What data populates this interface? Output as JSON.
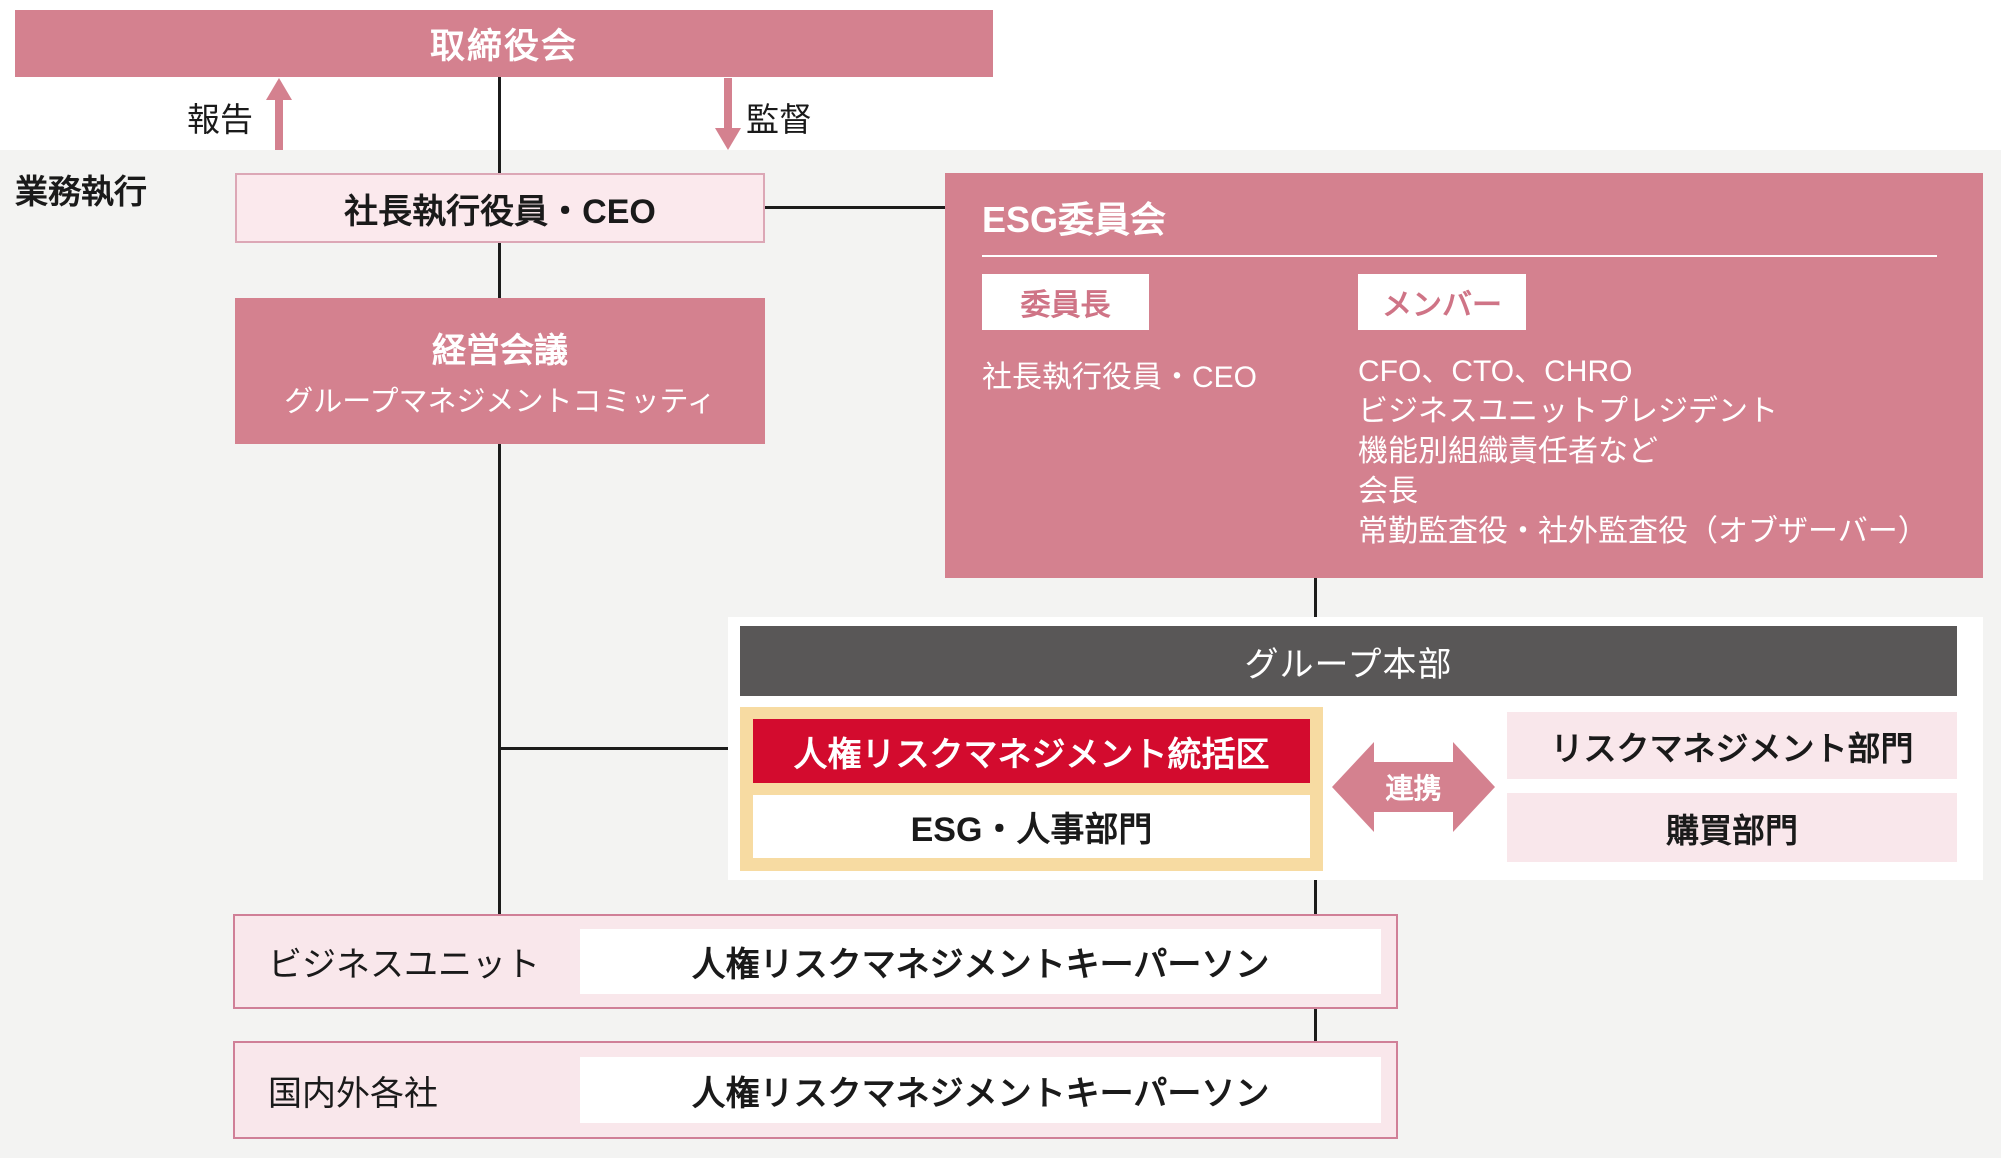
{
  "colors": {
    "pink": "#d4818f",
    "light_pink_fill": "#f9e7eb",
    "pale_pink_fill": "#fbe9ed",
    "accent_red": "#d30b2e",
    "cream_border": "#f7dba2",
    "dark_gray_header": "#595757",
    "background_gray": "#f3f3f2",
    "pink_badge_text": "#cf7486",
    "connector_black": "#1b1b1b"
  },
  "board": {
    "label": "取締役会"
  },
  "edges": {
    "report": "報告",
    "supervise": "監督",
    "collaborate": "連携"
  },
  "execution": {
    "label": "業務執行"
  },
  "ceo": {
    "label": "社長執行役員・CEO"
  },
  "management_meeting": {
    "title": "経営会議",
    "subtitle": "グループマネジメントコミッティ"
  },
  "esg_committee": {
    "title": "ESG委員会",
    "chair_label": "委員長",
    "chair": "社長執行役員・CEO",
    "members_label": "メンバー",
    "members": [
      "CFO、CTO、CHRO",
      "ビジネスユニットプレジデント",
      "機能別組織責任者など",
      "会長",
      "常勤監査役・社外監査役（オブザーバー）"
    ]
  },
  "group_hq": {
    "title": "グループ本部",
    "lead": "人権リスクマネジメント統括区",
    "lead_dept": "ESG・人事部門",
    "risk_dept": "リスクマネジメント部門",
    "purchasing_dept": "購買部門"
  },
  "levels": [
    {
      "label": "ビジネスユニット",
      "keyperson": "人権リスクマネジメントキーパーソン"
    },
    {
      "label": "国内外各社",
      "keyperson": "人権リスクマネジメントキーパーソン"
    }
  ]
}
